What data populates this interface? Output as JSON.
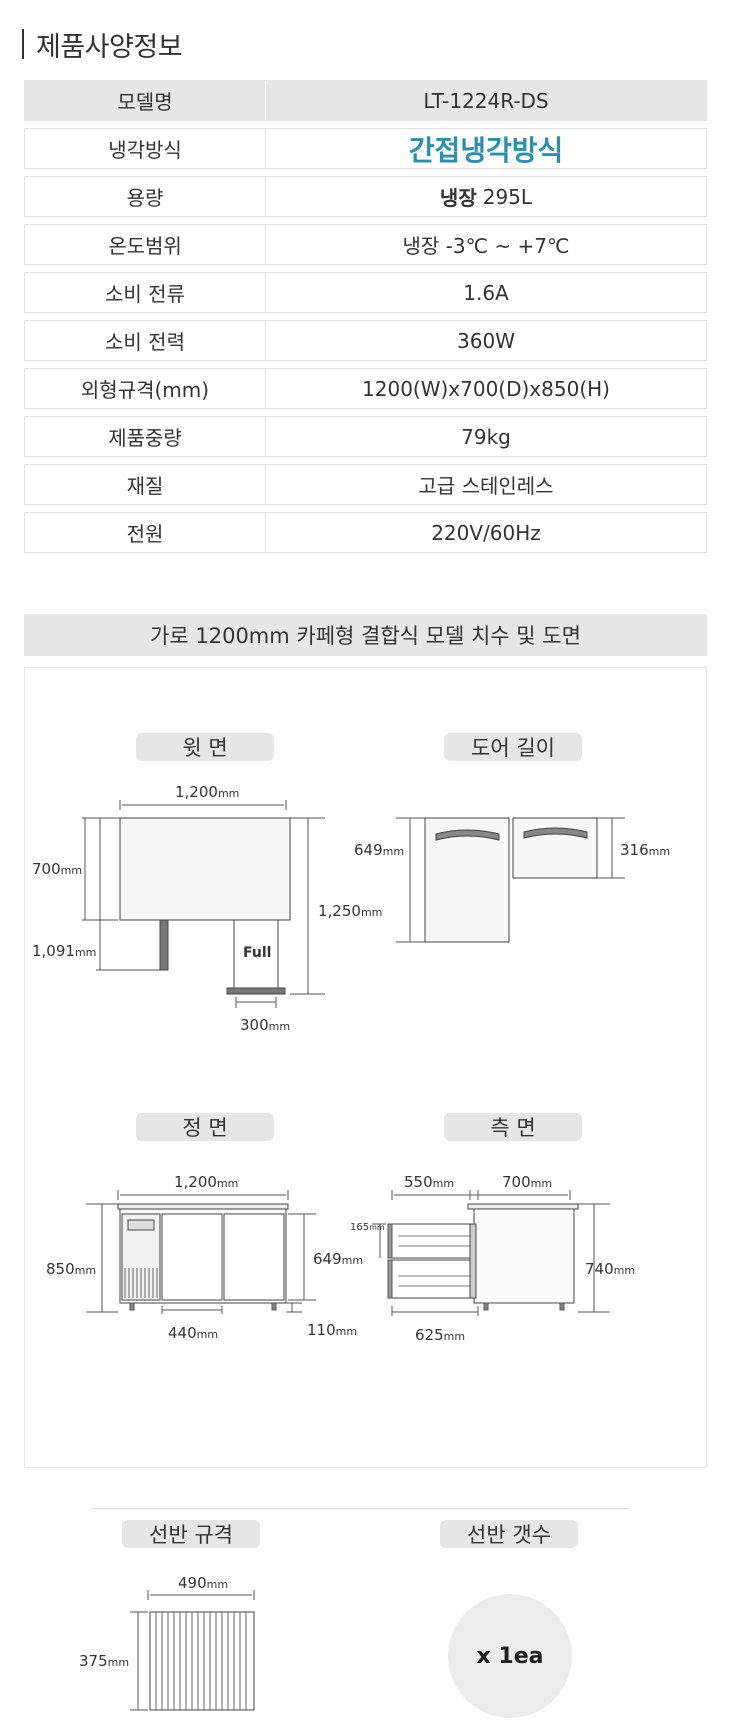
{
  "section_title": "제품사양정보",
  "spec": {
    "header": {
      "key": "모델명",
      "value": "LT-1224R-DS"
    },
    "rows": [
      {
        "key": "냉각방식",
        "value": "간접냉각방식"
      },
      {
        "key": "용량",
        "value_bold": "냉장",
        "value": "295L"
      },
      {
        "key": "온도범위",
        "value": "냉장 -3℃ ~ +7℃"
      },
      {
        "key": "소비 전류",
        "value": "1.6A"
      },
      {
        "key": "소비 전력",
        "value": "360W"
      },
      {
        "key": "외형규격(mm)",
        "value": "1200(W)x700(D)x850(H)"
      },
      {
        "key": "제품중량",
        "value": "79kg"
      },
      {
        "key": "재질",
        "value": "고급 스테인레스"
      },
      {
        "key": "전원",
        "value": "220V/60Hz"
      }
    ]
  },
  "drawing": {
    "title": "가로 1200mm 카페형 결합식 모델 치수 및 도면",
    "top_view": {
      "label": "윗 면",
      "width": "1,200",
      "depth": "700",
      "depth2": "1,091",
      "total": "1,250",
      "door": "300",
      "full": "Full",
      "unit": "mm"
    },
    "door_view": {
      "label": "도어 길이",
      "h1": "649",
      "h2": "316",
      "unit": "mm"
    },
    "front_view": {
      "label": "정 면",
      "width": "1,200",
      "height": "850",
      "door_h": "649",
      "leg": "110",
      "door_w": "440",
      "unit": "mm"
    },
    "side_view": {
      "label": "측 면",
      "drawer": "550",
      "depth": "700",
      "shelf": "165",
      "height": "740",
      "bottom": "625",
      "unit": "mm"
    }
  },
  "shelf": {
    "spec_label": "선반 규격",
    "count_label": "선반 갯수",
    "width": "490",
    "depth": "375",
    "unit": "mm",
    "count": "x 1ea"
  },
  "colors": {
    "accent": "#2a8fb0",
    "header_bg": "#e6e6e6",
    "border": "#e0e0e0"
  }
}
